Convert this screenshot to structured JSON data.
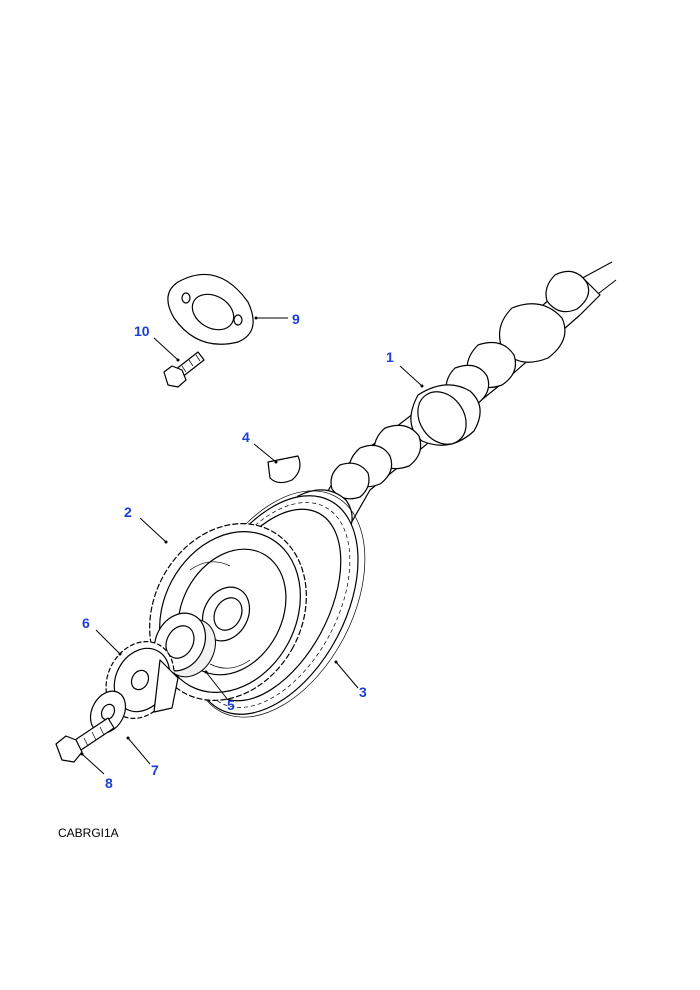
{
  "drawing_code": "CABRGI1A",
  "callouts": [
    "1",
    "2",
    "3",
    "4",
    "5",
    "6",
    "7",
    "8",
    "9",
    "10"
  ],
  "colors": {
    "callout": "#1a3fd6",
    "line": "#000000",
    "background": "#ffffff"
  }
}
